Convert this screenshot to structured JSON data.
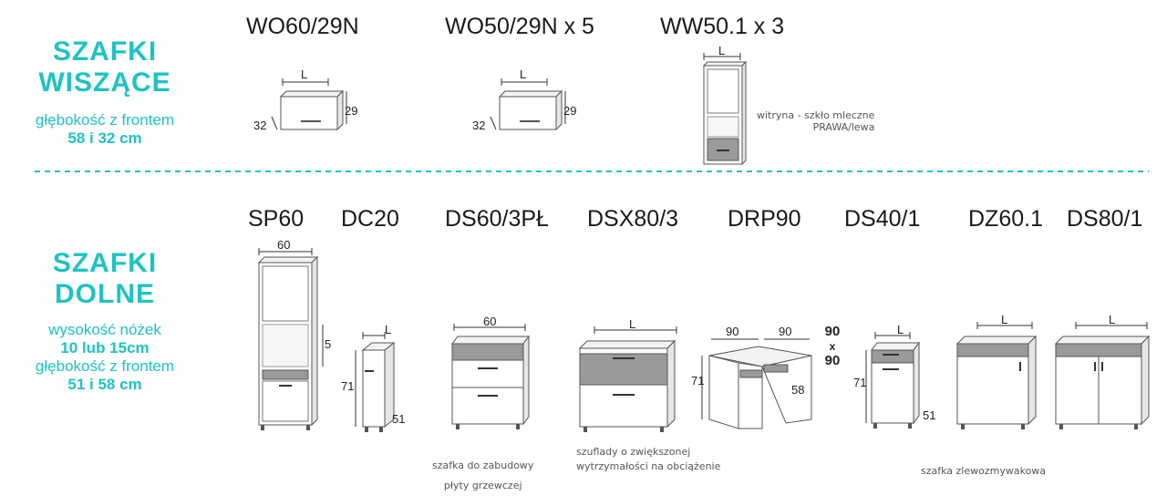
{
  "upper": {
    "title_line1": "SZAFKI",
    "title_line2": "WISZĄCE",
    "sub_line1": "głębokość z frontem",
    "sub_line2": "58 i 32 cm",
    "items": [
      {
        "code": "WO60/29N",
        "dim_w": "L",
        "dim_h": "29",
        "dim_d": "32"
      },
      {
        "code": "WO50/29N x 5",
        "dim_w": "L",
        "dim_h": "29",
        "dim_d": "32"
      },
      {
        "code": "WW50.1 x 3",
        "dim_w": "L",
        "note_line1": "witryna - szkło mleczne",
        "note_line2": "PRAWA/lewa"
      }
    ]
  },
  "lower": {
    "title_line1": "SZAFKI",
    "title_line2": "DOLNE",
    "sub_line1": "wysokość nóżek",
    "sub_line2": "10 lub 15cm",
    "sub_line3": "głębokość z frontem",
    "sub_line4": "51 i 58 cm",
    "items": [
      {
        "code": "SP60",
        "dim_w": "60",
        "dim_h": "5"
      },
      {
        "code": "DC20",
        "dim_w": "L",
        "dim_h": "71",
        "dim_d": "51"
      },
      {
        "code": "DS60/3PŁ",
        "dim_w": "60",
        "note_line1": "szafka do zabudowy",
        "note_line2": "płyty grzewczej"
      },
      {
        "code": "DSX80/3",
        "dim_w": "L",
        "note_line1": "szuflady o zwiększonej",
        "note_line2": "wytrzymałości na obciążenie"
      },
      {
        "code": "DRP90",
        "dim_w1": "90",
        "dim_w2": "90",
        "dim_h": "71",
        "dim_d": "58",
        "size_a": "90",
        "size_x": "x",
        "size_b": "90"
      },
      {
        "code": "DS40/1",
        "dim_w": "L",
        "dim_h": "71",
        "dim_d": "51"
      },
      {
        "code": "DZ60.1",
        "dim_w": "L"
      },
      {
        "code": "DS80/1",
        "dim_w": "L",
        "note_line1": "szafka zlewozmywakowa"
      }
    ]
  },
  "colors": {
    "accent": "#1fc3c3",
    "front_gray": "#9a9a9a",
    "outline": "#555555"
  }
}
